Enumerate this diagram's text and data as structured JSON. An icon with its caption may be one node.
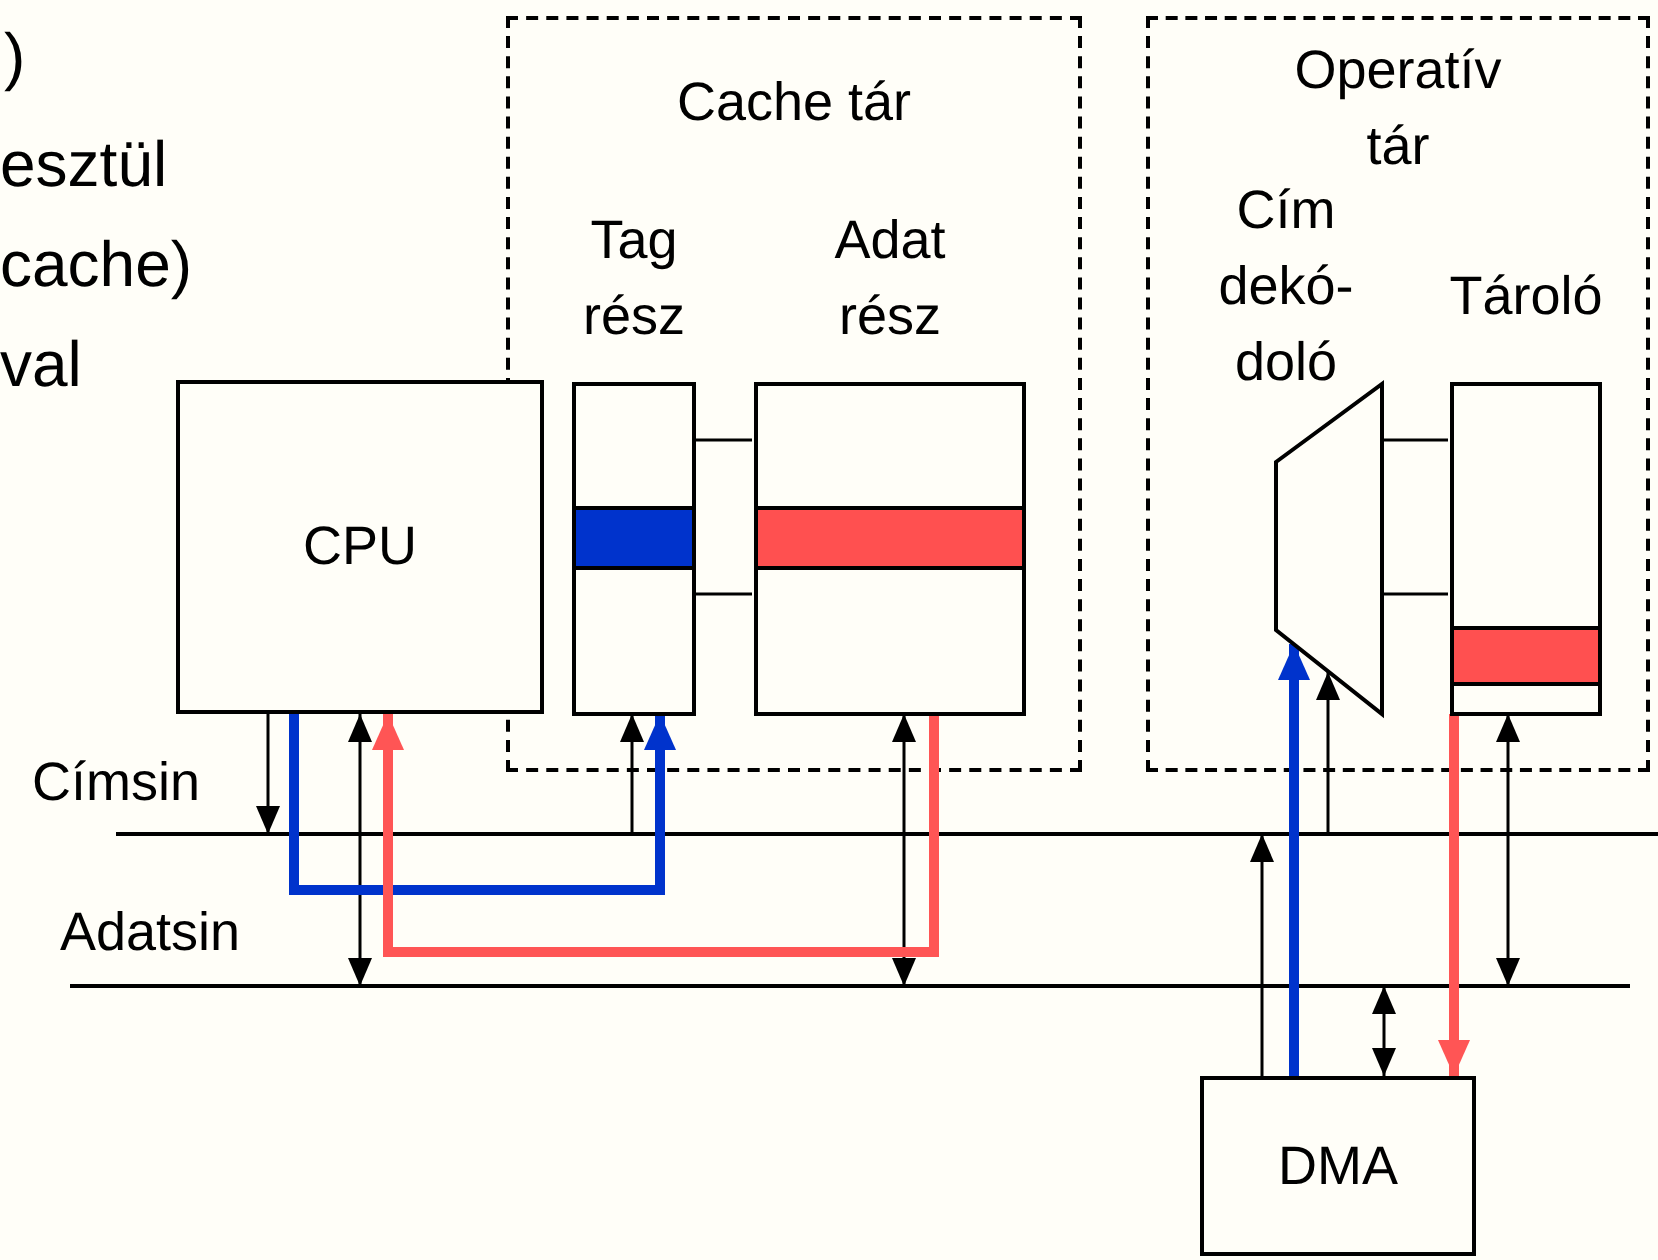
{
  "diagram": {
    "nodes": [
      {
        "text": [
          "Cache tár"
        ]
      },
      {
        "text": [
          "Tag rész"
        ],
        "in": 0
      },
      {
        "text": [
          "Adat rész"
        ],
        "in": 0
      },
      {
        "text": [
          "Operatív tár"
        ]
      },
      {
        "text": [
          "Cím dekó- doló"
        ],
        "in": 3
      },
      {
        "text": [
          "Tároló"
        ],
        "in": 3
      },
      {
        "text": [
          "CPU"
        ]
      },
      {
        "text": [
          "Címsin"
        ]
      },
      {
        "text": [
          "Adatsin"
        ]
      },
      {
        "text": [
          "DMA"
        ]
      }
    ],
    "edges": [
      {
        "from": 1,
        "to": 2,
        "arrow": "none"
      },
      {
        "from": 1,
        "to": 2,
        "arrow": "none"
      },
      {
        "from": 4,
        "to": 5,
        "arrow": "none"
      },
      {
        "from": 4,
        "to": 5,
        "arrow": "none"
      },
      {
        "from": 6,
        "to": 7,
        "arrow": "to"
      },
      {
        "from": 6,
        "to": 8,
        "arrow": "both"
      },
      {
        "from": 7,
        "to": 1,
        "arrow": "to"
      },
      {
        "from": 8,
        "to": 2,
        "arrow": "both"
      },
      {
        "from": 6,
        "to": 1,
        "arrow": "to",
        "style": "thick",
        "color": "#0033cc"
      },
      {
        "from": 2,
        "to": 6,
        "arrow": "to",
        "style": "thick",
        "color": "#ff5555"
      },
      {
        "from": 7,
        "to": 4,
        "arrow": "to"
      },
      {
        "from": 5,
        "to": 8,
        "arrow": "both"
      },
      {
        "from": 9,
        "to": 7,
        "arrow": "to"
      },
      {
        "from": 9,
        "to": 8,
        "arrow": "both"
      },
      {
        "from": 9,
        "to": 4,
        "arrow": "to",
        "style": "thick",
        "color": "#0033cc"
      },
      {
        "from": 5,
        "to": 9,
        "arrow": "to",
        "style": "thick",
        "color": "#ff5555"
      }
    ],
    "labels": [
      ")",
      "esztül",
      "cache)",
      "val"
    ]
  }
}
